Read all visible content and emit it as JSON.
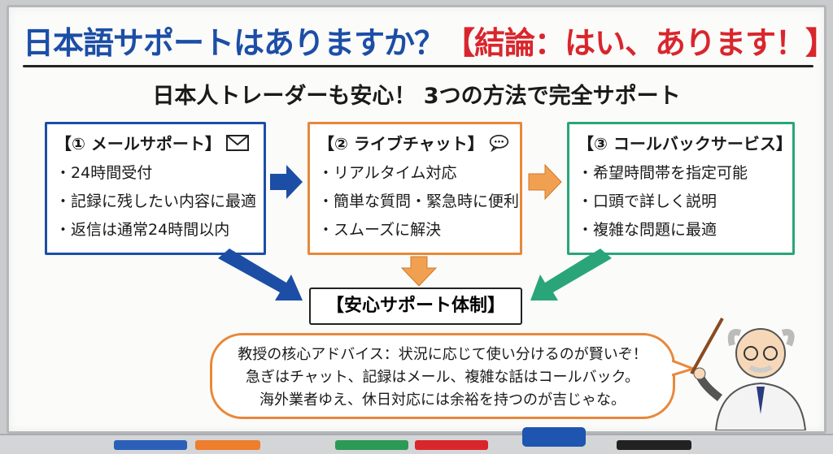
{
  "title": {
    "question": "日本語サポートはありますか？",
    "answer": "【結論：はい、あります！】"
  },
  "subtitle": "日本人トレーダーも安心！ 3つの方法で完全サポート",
  "methods": [
    {
      "heading": "【① メールサポート】",
      "icon": "envelope-icon",
      "color": "#1c4ea6",
      "points": [
        "24時間受付",
        "記録に残したい内容に最適",
        "返信は通常24時間以内"
      ]
    },
    {
      "heading": "【② ライブチャット】",
      "icon": "chat-bubble-icon",
      "color": "#e8883a",
      "points": [
        "リアルタイム対応",
        "簡単な質問・緊急時に便利",
        "スムーズに解決"
      ]
    },
    {
      "heading": "【③ コールバックサービス】",
      "icon": "phone-icon",
      "color": "#2aa57a",
      "points": [
        "希望時間帯を指定可能",
        "口頭で詳しく説明",
        "複雑な問題に最適"
      ]
    }
  ],
  "conclusion": "【安心サポート体制】",
  "advice": {
    "lines": [
      "教授の核心アドバイス：状況に応じて使い分けるのが賢いぞ！",
      "急ぎはチャット、記録はメール、複雑な話はコールバック。",
      "海外業者ゆえ、休日対応には余裕を持つのが吉じゃな。"
    ]
  }
}
